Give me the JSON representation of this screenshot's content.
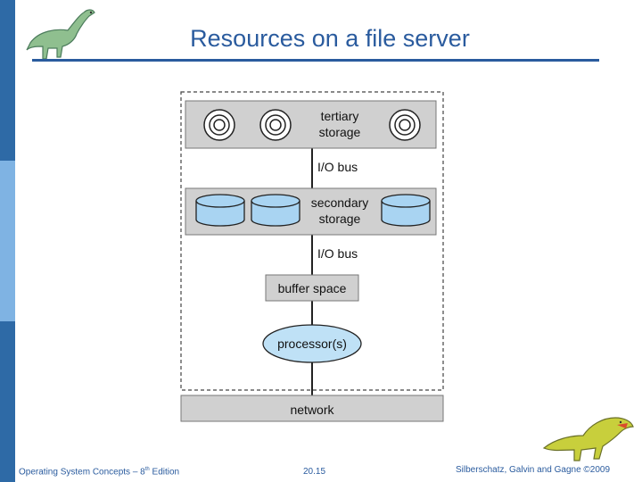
{
  "slide": {
    "title": "Resources on a file server"
  },
  "diagram": {
    "tertiary_label_line1": "tertiary",
    "tertiary_label_line2": "storage",
    "bus_label_top": "I/O bus",
    "secondary_label_line1": "secondary",
    "secondary_label_line2": "storage",
    "bus_label_bottom": "I/O bus",
    "buffer_label": "buffer space",
    "processor_label": "processor(s)",
    "network_label": "network"
  },
  "footer": {
    "left_pre": "Operating System Concepts – 8",
    "left_sup": "th",
    "left_post": " Edition",
    "center": "20.15",
    "right": "Silberschatz, Galvin and Gagne ©2009"
  },
  "colors": {
    "title": "#2a5b9e",
    "stripe_dark": "#2e6aa6",
    "stripe_light": "#7fb3e3",
    "box_fill": "#d0d0d0",
    "disk_fill": "#a9d4f2",
    "ellipse_fill": "#bfe1f6"
  }
}
